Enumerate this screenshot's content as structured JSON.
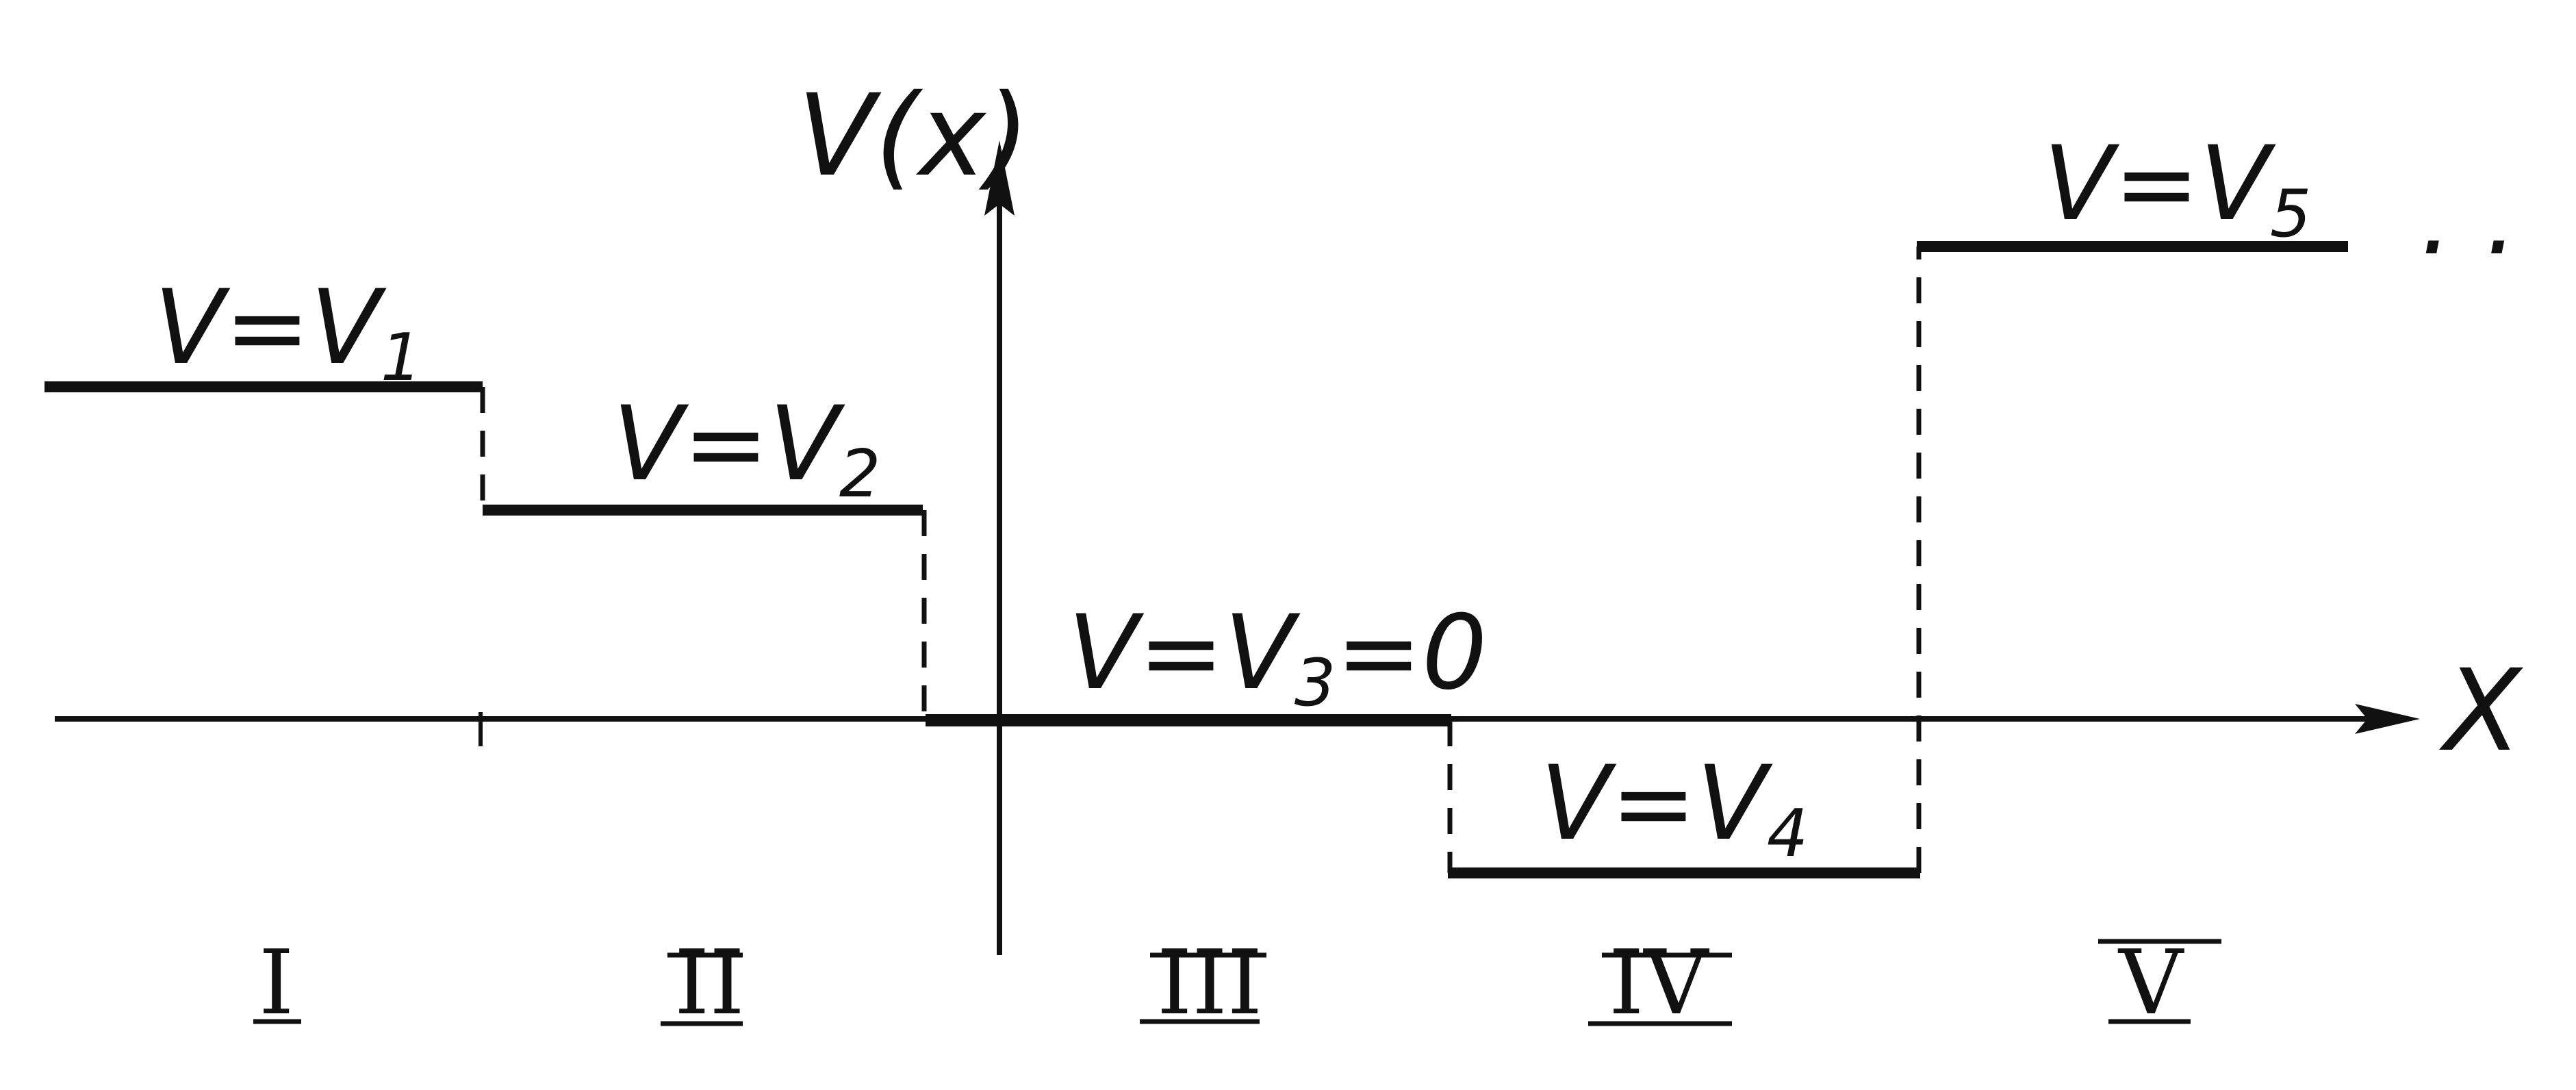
{
  "axes": {
    "y_label": "V(x)",
    "x_label": "X",
    "continuation": ". ."
  },
  "regions": [
    {
      "id": "I",
      "numeral": "I",
      "label_main": "V=V",
      "label_sub": "1",
      "label_tail": ""
    },
    {
      "id": "II",
      "numeral": "II",
      "label_main": "V=V",
      "label_sub": "2",
      "label_tail": ""
    },
    {
      "id": "III",
      "numeral": "III",
      "label_main": "V=V",
      "label_sub": "3",
      "label_tail": "=0"
    },
    {
      "id": "IV",
      "numeral": "IV",
      "label_main": "V=V",
      "label_sub": "4",
      "label_tail": ""
    },
    {
      "id": "V",
      "numeral": "V",
      "label_main": "V=V",
      "label_sub": "5",
      "label_tail": ""
    }
  ],
  "colors": {
    "ink": "#111111",
    "background": "#ffffff"
  }
}
